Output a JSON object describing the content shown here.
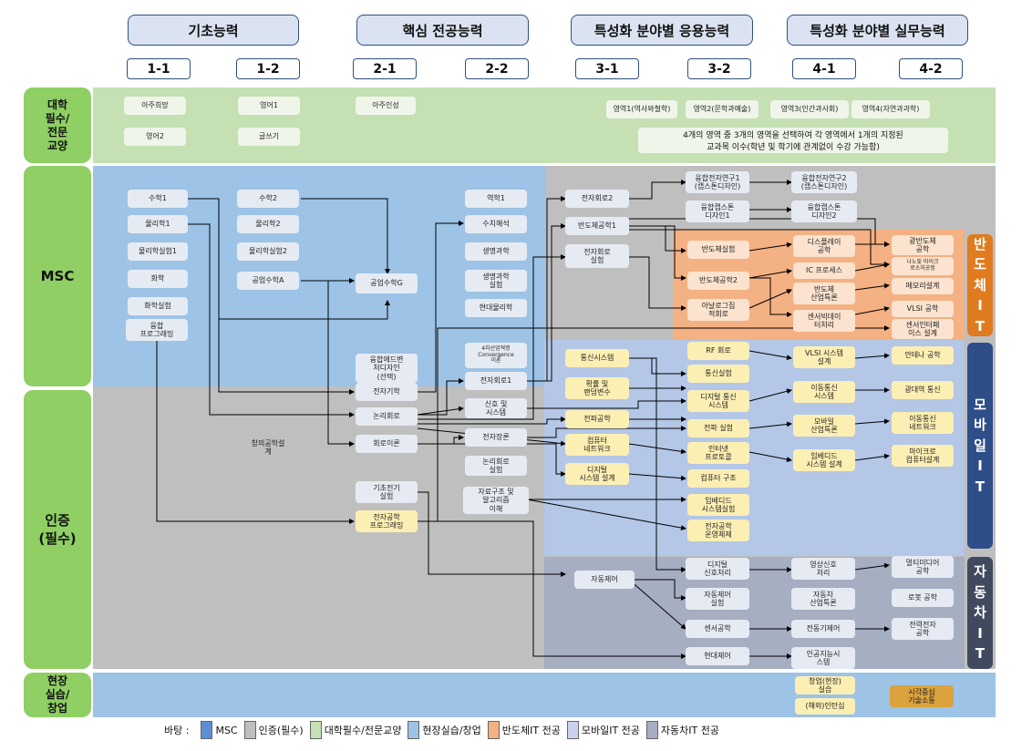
{
  "competencies": [
    "기초능력",
    "핵심 전공능력",
    "특성화 분야별 응용능력",
    "특성화 분야별 실무능력"
  ],
  "semesters": [
    "1-1",
    "1-2",
    "2-1",
    "2-2",
    "3-1",
    "3-2",
    "4-1",
    "4-2"
  ],
  "rows": {
    "general": "대학\n필수/\n전문\n교양",
    "msc": "MSC",
    "cert": "인증\n(필수)",
    "field": "현장\n실습/\n창업"
  },
  "tracks": {
    "semi": "반\n도\n체\nI\nT",
    "mobile": "모\n바\n일\nI\nT",
    "auto": "자\n동\n차\nI\nT"
  },
  "note": "4개의 영역 중 3개의 영역을 선택하여 각 영역에서 1개의 지정된\n교과목 이수(학년 및 학기에 관계없이 수강 가능함)",
  "courses": {
    "ajou_hope": "아주희망",
    "english2": "영어2",
    "english1": "영어1",
    "writing": "글쓰기",
    "ajou_person": "아주인성",
    "area1": "영역1(역사와철학)",
    "area2": "영역2(문학과예술)",
    "area3": "영역3(인간과사회)",
    "area4": "영역4(자연과과학)",
    "math1": "수학1",
    "phys1": "물리학1",
    "physlab1": "물리학실험1",
    "chem": "화학",
    "chemlab": "화학실험",
    "cprog": "융합\n프로그래밍",
    "math2": "수학2",
    "phys2": "물리학2",
    "physlab2": "물리학실험2",
    "engmath_a": "공업수학A",
    "engmath_g": "공업수학G",
    "prob_stat": "역학1",
    "num_anal": "수치해석",
    "life_sci": "생명과학",
    "life_lab": "생명과학\n실험",
    "mod_phys": "현대물리학",
    "fusion_design": "융합에드변\n처디자인\n(선택)",
    "em1": "전자기학",
    "logic": "논리회로",
    "circuit": "회로이론",
    "creative": "창의공학설\n계",
    "basic_lab": "기초전기\n실험",
    "ee_prog": "전자공학\n프로그래밍",
    "comm4": "4차산업혁명\nConvergence\n이론",
    "ec1": "전자회로1",
    "signals": "신호 및\n시스템",
    "em_wave": "전자장론",
    "logic_lab": "논리회로\n실험",
    "dsa": "자료구조 및\n알고리즘\n이해",
    "ec2": "전자회로2",
    "semi1": "반도체공학1",
    "ec_lab": "전자회로\n실험",
    "comm_sys": "통신시스템",
    "rand": "확률 및\n랜덤변수",
    "emag": "전파공학",
    "cnet": "컴퓨터\n네트워크",
    "dsd": "디지털\n시스템 설계",
    "autoctl": "자동제어",
    "cap1": "융합전자연구1\n(캡스톤디자인)",
    "cap_design1": "융합캡스톤\n디자인1",
    "semi_lab": "반도체실험",
    "semi2": "반도체공학2",
    "analog": "아날로그집\n적회로",
    "rf": "RF 회로",
    "comm_lab": "통신실험",
    "dcomm": "디지털 통신\n시스템",
    "wave_lab": "전파 실험",
    "internet": "인터넷\n프로토콜",
    "comp_arch": "컴퓨터 구조",
    "embed": "임베디드\n시스템실험",
    "os": "전자공학\n운영체제",
    "dsp": "디지털\n신호처리",
    "ctl_lab": "자동제어\n실험",
    "sensor": "센서공학",
    "modern_ctl": "현대제어",
    "cap2": "융합전자연구2\n(캡스톤디자인)",
    "cap_design2": "융합캡스톤\n디자인2",
    "display": "디스플레이\n공학",
    "ic": "IC 프로세스",
    "semi_topic": "반도체\n산업특론",
    "sensor_data": "센서빅데이\n터처리",
    "vlsi_design": "VLSI 시스템\n설계",
    "mobile_comm": "이동통신\n시스템",
    "mobile_topic": "모바일\n산업특론",
    "embed_design": "임베디드\n시스템 설계",
    "image": "영상신호\n처리",
    "auto_topic": "자동차\n산업특론",
    "power_ctl": "전동기제어",
    "ai": "인공지능시\n스템",
    "optical": "광반도체\n공학",
    "nano": "나노및 마이크\n로소자공정",
    "memory": "메모리설계",
    "vlsi": "VLSI 공학",
    "sensor_if": "센서인터페\n이스 설계",
    "antenna": "안테나 공학",
    "wideband": "광대역 통신",
    "network": "이동통신\n네트워크",
    "micro": "마이크로\n컴퓨터설계",
    "multimedia": "멀티미디어\n공학",
    "robot": "로봇 공학",
    "power_elec": "전력전자\n공학",
    "intern": "창업(현장)\n실습",
    "overseas": "(해외)인턴십",
    "capstone_pr": "시각중심\n기술소통"
  },
  "legend": {
    "label": "바탕 :",
    "items": [
      {
        "name": "MSC",
        "color": "#5b8fd1"
      },
      {
        "name": "인증(필수)",
        "color": "#bfbfbf"
      },
      {
        "name": "대학필수/전문교양",
        "color": "#c5e0b3"
      },
      {
        "name": "현장실습/창업",
        "color": "#9dc3e6"
      },
      {
        "name": "반도체IT 전공",
        "color": "#f4b183"
      },
      {
        "name": "모바일IT 전공",
        "color": "#c9d3ee"
      },
      {
        "name": "자동차IT 전공",
        "color": "#a6aec2"
      }
    ]
  },
  "colors": {
    "green_side": "#8fcf63",
    "general_band": "#c5e0b3",
    "msc_band": "#9dc3e6",
    "cert_band": "#bfbfbf",
    "semi_band": "#f4b183",
    "mobile_band": "#b4c7e7",
    "auto_band": "#a6aec2",
    "semi_track": "#e07b1f",
    "mobile_track": "#2e4e8a",
    "auto_track": "#3f4a5e"
  }
}
